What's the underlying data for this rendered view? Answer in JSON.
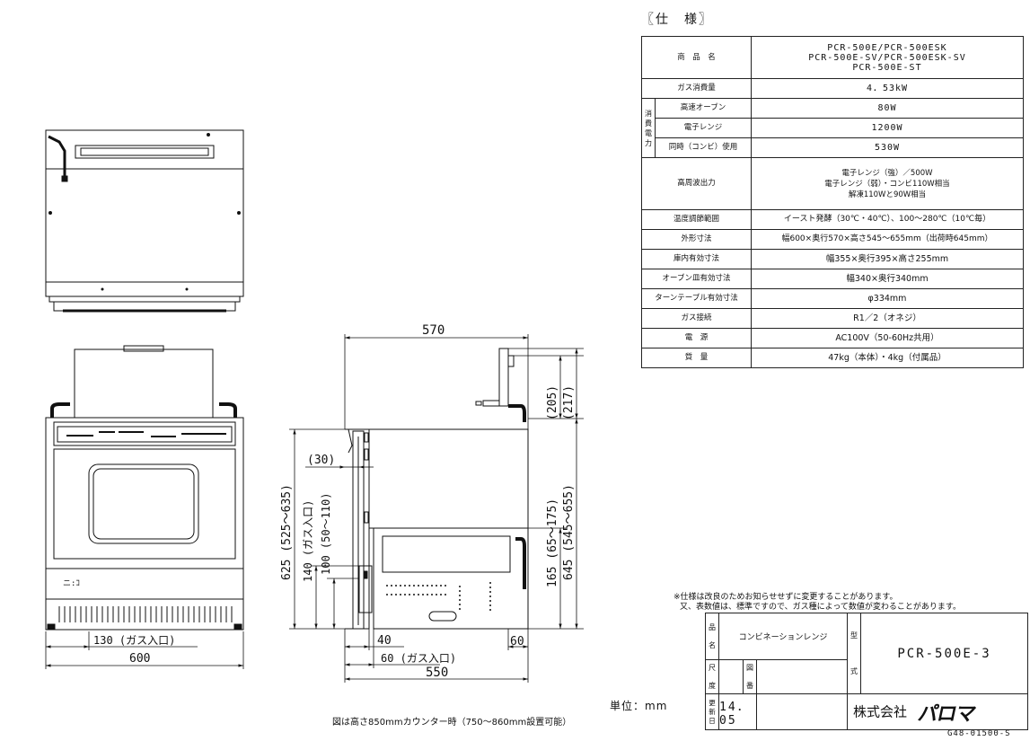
{
  "spec": {
    "title": "〖仕　様〗",
    "product_label": "商　品　名",
    "product_names": [
      "PCR-500E/PCR-500ESK",
      "PCR-500E-SV/PCR-500ESK-SV",
      "PCR-500E-ST"
    ],
    "power_group_label": "消費電力",
    "rows": {
      "gas_consumption": {
        "label": "ガス消費量",
        "value": "4．53kW"
      },
      "fast_oven": {
        "label": "高速オーブン",
        "value": "80W"
      },
      "microwave": {
        "label": "電子レンジ",
        "value": "1200W"
      },
      "combi": {
        "label": "同時（コンビ）使用",
        "value": "530W"
      },
      "hf_output": {
        "label": "高周波出力",
        "lines": [
          "電子レンジ（強）／500W",
          "電子レンジ（弱）・コンビ110W相当",
          "解凍110Wと90W相当"
        ]
      },
      "temp_range": {
        "label": "温度調節範囲",
        "value": "イースト発酵（30℃・40℃）、100～280℃（10℃毎）"
      },
      "dimensions": {
        "label": "外形寸法",
        "value": "幅600×奥行570×高さ545～655mm（出荷時645mm）"
      },
      "interior": {
        "label": "庫内有効寸法",
        "value": "幅355×奥行395×高さ255mm"
      },
      "oven_tray": {
        "label": "オーブン皿有効寸法",
        "value": "幅340×奥行340mm"
      },
      "turntable": {
        "label": "ターンテーブル有効寸法",
        "value": "φ334mm"
      },
      "gas_conn": {
        "label": "ガス接続",
        "value": "R1／2（オネジ）"
      },
      "power_supply": {
        "label": "電　源",
        "value": "AC100V（50-60Hz共用）"
      },
      "weight": {
        "label": "質　量",
        "value": "47kg（本体）・4kg（付属品）"
      }
    }
  },
  "notes": [
    "※仕様は改良のためお知らせせずに変更することがあります。",
    "又、表数値は、標準ですので、ガス種によって数値が変わることがあります。"
  ],
  "title_block": {
    "name_label": [
      "品",
      "名"
    ],
    "name_value": "コンビネーションレンジ",
    "model_label": [
      "型",
      "式"
    ],
    "model_value": "PCR-500E-3",
    "scale_label": [
      "尺",
      "度"
    ],
    "drawing_label": [
      "図",
      "番"
    ],
    "revision_label": [
      "更",
      "新",
      "日"
    ],
    "revision_date": "14．05",
    "company": "株式会社",
    "brand": "パロマ"
  },
  "drawing_number": "G48-01500-S",
  "unit_text": "単位：mm",
  "footnote": "図は高さ850mmカウンター時（750～860mm設置可能）",
  "dims": {
    "top_depth": "570",
    "bottom_depth": "550",
    "width": "600",
    "gas_inlet_130": "130 (ガス入口)",
    "gas_inlet_60": "60 (ガス入口)",
    "d40": "40",
    "d60": "60",
    "d30": "(30)",
    "h205": "(205)",
    "h217": "(217)",
    "h165": "165 (65～175)",
    "h645": "645 (545～655)",
    "h625": "625 (525～635)",
    "h140": "140 (ガス入口)",
    "h100": "100 (50～110)",
    "panel_label": "ニ:ｺ"
  }
}
